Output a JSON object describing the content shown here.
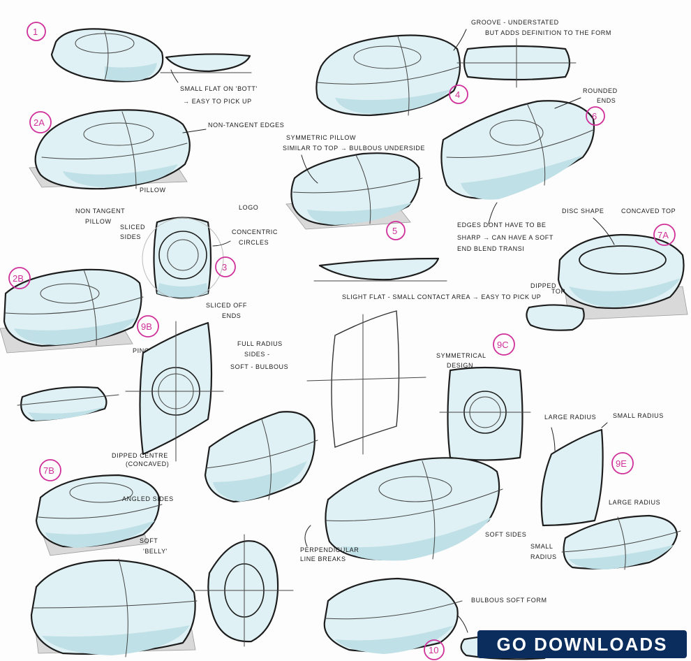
{
  "labels": {
    "n1": "1",
    "n2a": "2A",
    "n2b": "2B",
    "n3": "3",
    "n4": "4",
    "n5": "5",
    "n6": "6",
    "n7a": "7A",
    "n7b": "7B",
    "n9b": "9B",
    "n9c": "9C",
    "n9e": "9E",
    "n10": "10"
  },
  "notes": {
    "small_flat": "SMALL FLAT ON 'BOTT'",
    "easy_pick": "→ EASY TO PICK UP",
    "non_tangent_edges": "NON-TANGENT EDGES",
    "pillow": "PILLOW",
    "non_tangent_pillow_1": "NON TANGENT",
    "non_tangent_pillow_2": "PILLOW",
    "groove_1": "GROOVE - UNDERSTATED",
    "groove_2": "BUT ADDS DEFINITION TO THE FORM",
    "rounded_ends_1": "ROUNDED",
    "rounded_ends_2": "ENDS",
    "symmetric_pillow": "SYMMETRIC PILLOW",
    "similar_top": "SIMILAR TO TOP → BULBOUS UNDERSIDE",
    "logo": "LOGO",
    "concentric_1": "CONCENTRIC",
    "concentric_2": "CIRCLES",
    "sliced_sides_1": "SLICED",
    "sliced_sides_2": "SIDES",
    "edges_1": "EDGES DONT HAVE TO BE",
    "edges_2": "SHARP → CAN HAVE A SOFT",
    "edges_3": "END BLEND TRANSI",
    "slight_flat": "SLIGHT FLAT - SMALL CONTACT AREA → EASY TO PICK UP",
    "disc_shape": "DISC SHAPE",
    "concave_top": "CONCAVED TOP",
    "dipped_1": "DIPPED",
    "dipped_2": "TOP",
    "sliced_off_1": "SLICED OFF",
    "sliced_off_2": "ENDS",
    "pinched_sides": "PINCHED SIDES",
    "full_radius_1": "FULL RADIUS",
    "full_radius_2": "SIDES -",
    "full_radius_3": "SOFT - BULBOUS",
    "symmetrical_1": "SYMMETRICAL",
    "symmetrical_2": "DESIGN",
    "large_radius": "LARGE RADIUS",
    "small_radius": "SMALL RADIUS",
    "large_radius_2": "LARGE RADIUS",
    "small_radius_2a": "SMALL",
    "small_radius_2b": "RADIUS",
    "dipped_centre_1": "DIPPED CENTRE",
    "dipped_centre_2": "(CONCAVED)",
    "angled_sides": "ANGLED SIDES",
    "soft_belly_1": "SOFT",
    "soft_belly_2": "'BELLY'",
    "soft_sides": "SOFT SIDES",
    "perpendicular_1": "PERPENDICULAR",
    "perpendicular_2": "LINE BREAKS",
    "bulbous_soft_form": "BULBOUS SOFT FORM"
  },
  "watermark": "GO DOWNLOADS"
}
